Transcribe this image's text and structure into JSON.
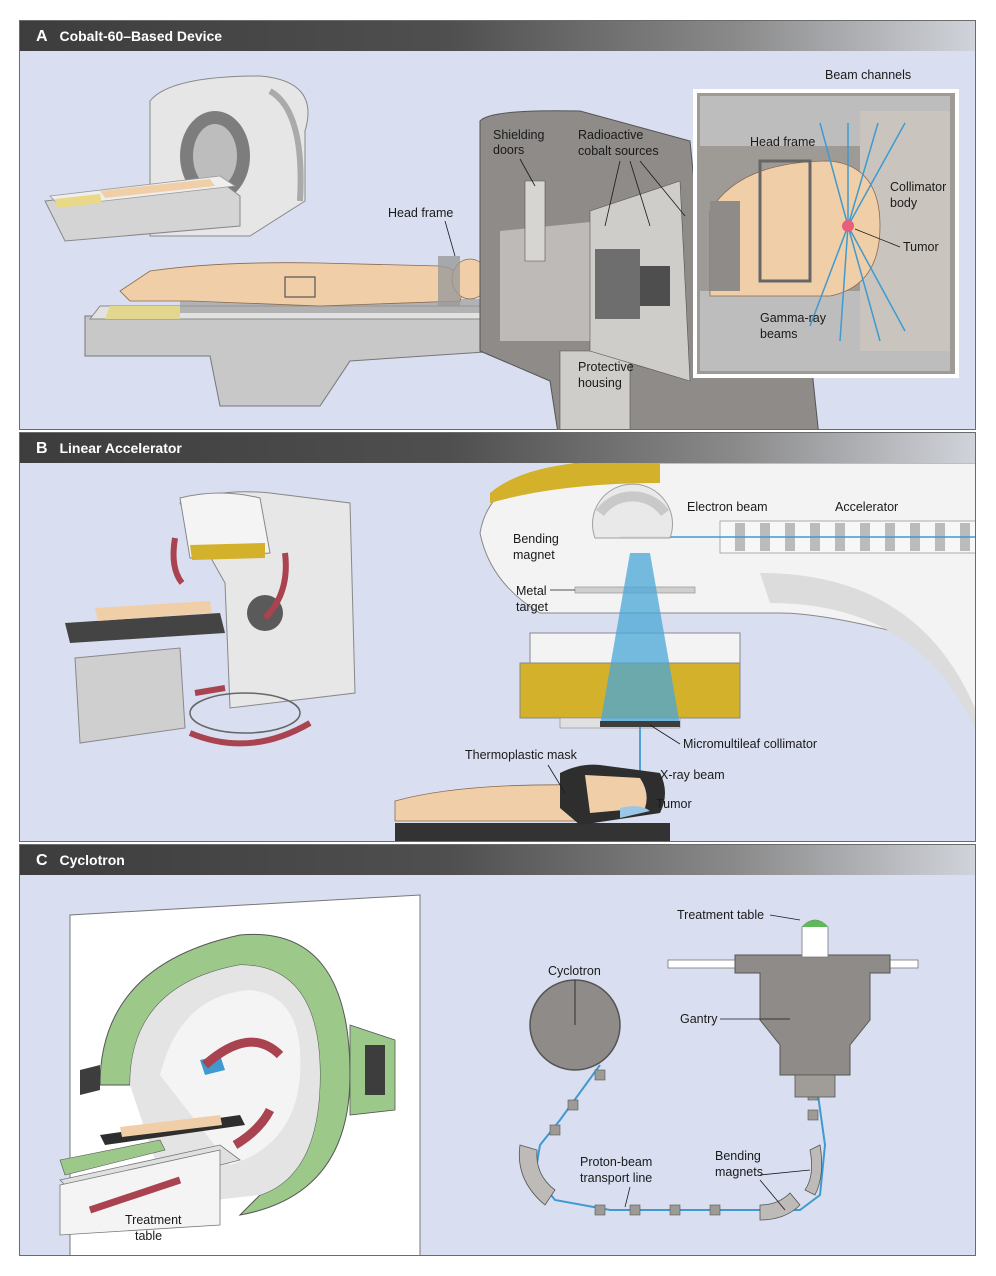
{
  "panels": {
    "a": {
      "letter": "A",
      "title": "Cobalt-60–Based Device",
      "labels": {
        "head_frame_main": "Head frame",
        "shielding_doors": [
          "Shielding",
          "doors"
        ],
        "radioactive_sources": [
          "Radioactive",
          "cobalt sources"
        ],
        "protective_housing": [
          "Protective",
          "housing"
        ],
        "beam_channels": "Beam channels",
        "head_frame_inset": "Head frame",
        "collimator_body": [
          "Collimator",
          "body"
        ],
        "tumor": "Tumor",
        "gamma_ray_beams": [
          "Gamma-ray",
          "beams"
        ]
      }
    },
    "b": {
      "letter": "B",
      "title": "Linear Accelerator",
      "labels": {
        "electron_beam": "Electron beam",
        "accelerator": "Accelerator",
        "bending_magnet": [
          "Bending",
          "magnet"
        ],
        "metal_target": [
          "Metal",
          "target"
        ],
        "micromultileaf_collimator": "Micromultileaf collimator",
        "thermoplastic_mask": "Thermoplastic mask",
        "xray_beam": "X-ray beam",
        "tumor": "Tumor"
      }
    },
    "c": {
      "letter": "C",
      "title": "Cyclotron",
      "labels": {
        "treatment_table_left": [
          "Treatment",
          "table"
        ],
        "treatment_table_right": "Treatment table",
        "cyclotron": "Cyclotron",
        "gantry": "Gantry",
        "proton_beam_line": [
          "Proton-beam",
          "transport line"
        ],
        "bending_magnets": [
          "Bending",
          "magnets"
        ]
      }
    }
  },
  "colors": {
    "panel_bg": "#d9dff0",
    "skin": "#f0cfa8",
    "arrow_red": "#a9434f",
    "beam_blue": "#4aa7d8",
    "yellow": "#d4b12a",
    "green": "#9cc98a",
    "gray_dark": "#8e8b89"
  }
}
